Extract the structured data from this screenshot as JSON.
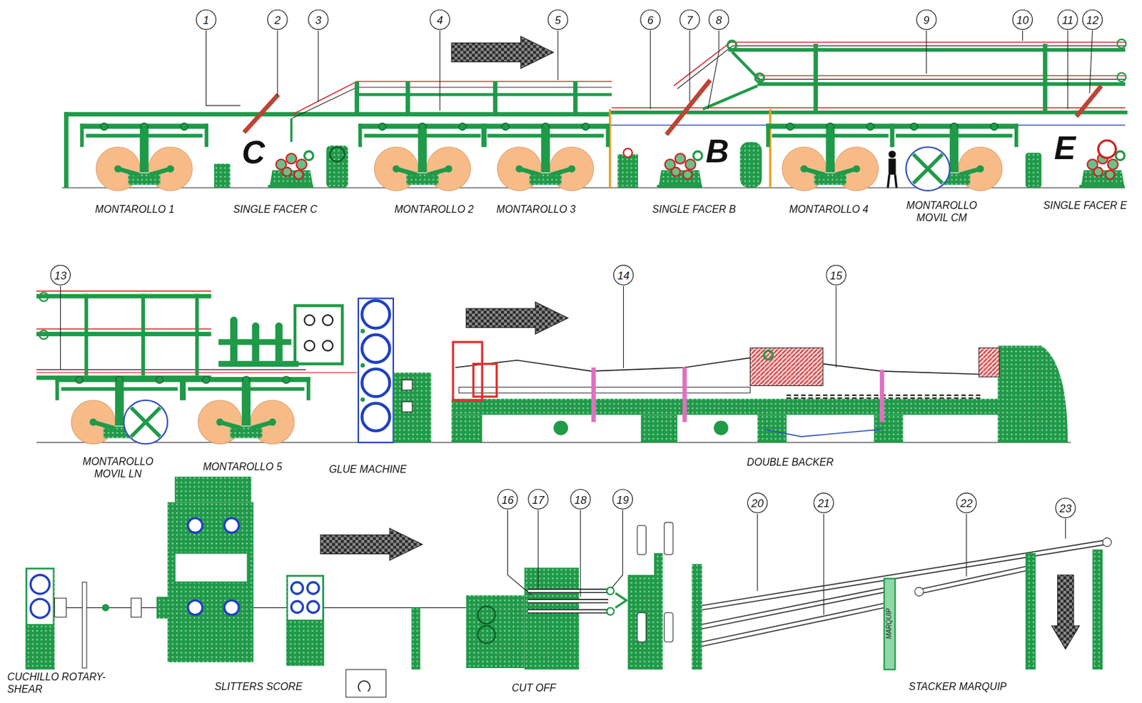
{
  "diagram": {
    "nodes": [
      {
        "text": [
          "1"
        ]
      },
      {
        "text": [
          "2"
        ]
      },
      {
        "text": [
          "3"
        ]
      },
      {
        "text": [
          "4"
        ]
      },
      {
        "text": [
          "5"
        ]
      },
      {
        "text": [
          "6"
        ]
      },
      {
        "text": [
          "7"
        ]
      },
      {
        "text": [
          "8"
        ]
      },
      {
        "text": [
          "9"
        ]
      },
      {
        "text": [
          "10"
        ]
      },
      {
        "text": [
          "11"
        ]
      },
      {
        "text": [
          "12"
        ]
      },
      {
        "text": [
          "13"
        ]
      },
      {
        "text": [
          "14"
        ]
      },
      {
        "text": [
          "15"
        ]
      },
      {
        "text": [
          "16"
        ]
      },
      {
        "text": [
          "17"
        ]
      },
      {
        "text": [
          "18"
        ]
      },
      {
        "text": [
          "19"
        ]
      },
      {
        "text": [
          "20"
        ]
      },
      {
        "text": [
          "21"
        ]
      },
      {
        "text": [
          "22"
        ]
      },
      {
        "text": [
          "23"
        ]
      }
    ],
    "labels": [
      "MONTAROLLO 1",
      "SINGLE FACER C",
      "MONTAROLLO 2",
      "MONTAROLLO 3",
      "SINGLE FACER B",
      "MONTAROLLO 4",
      "MONTAROLLO MOVIL CM",
      "SINGLE FACER E",
      "C",
      "B",
      "E",
      "MONTAROLLO MOVIL LN",
      "MONTAROLLO 5",
      "GLUE MACHINE",
      "DOUBLE BACKER",
      "CUCHILLO ROTARY- SHEAR",
      "SLITTERS SCORE",
      "CUT OFF",
      "STACKER MARQUIP",
      "MARQUIP"
    ]
  }
}
